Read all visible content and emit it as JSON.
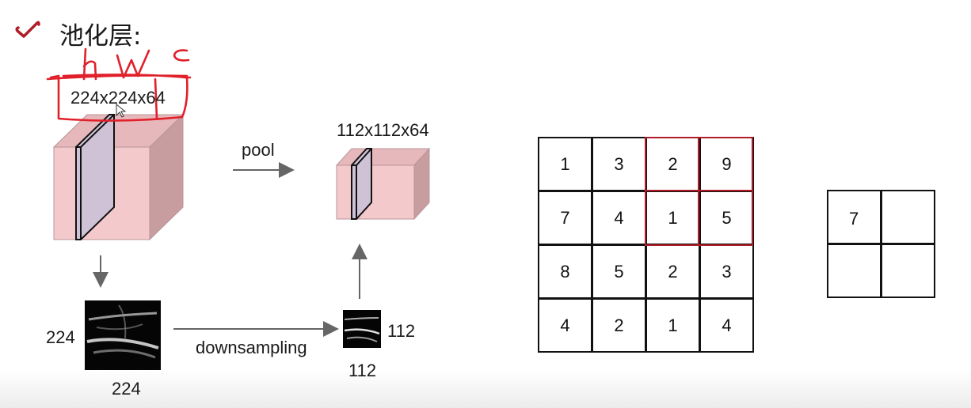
{
  "title": "池化层:",
  "handwriting": [
    "h",
    "w",
    "c"
  ],
  "input_volume": {
    "dims_label": "224x224x64"
  },
  "output_volume": {
    "dims_label": "112x112x64"
  },
  "arrow_labels": {
    "pool": "pool",
    "downsampling": "downsampling"
  },
  "slice_large": {
    "height_label": "224",
    "width_label": "224"
  },
  "slice_small": {
    "height_label": "112",
    "width_label": "112"
  },
  "input_grid": [
    [
      "1",
      "3",
      "2",
      "9"
    ],
    [
      "7",
      "4",
      "1",
      "5"
    ],
    [
      "8",
      "5",
      "2",
      "3"
    ],
    [
      "4",
      "2",
      "1",
      "4"
    ]
  ],
  "output_grid": [
    [
      "7",
      ""
    ],
    [
      "",
      ""
    ]
  ],
  "colors": {
    "highlight": "#b01c28",
    "handwriting": "#e0202a",
    "cube_front": "#f4c9cb",
    "cube_top": "#e7b8bb",
    "cube_side": "#c79da0",
    "slice_fill": "#cfc2d6"
  }
}
